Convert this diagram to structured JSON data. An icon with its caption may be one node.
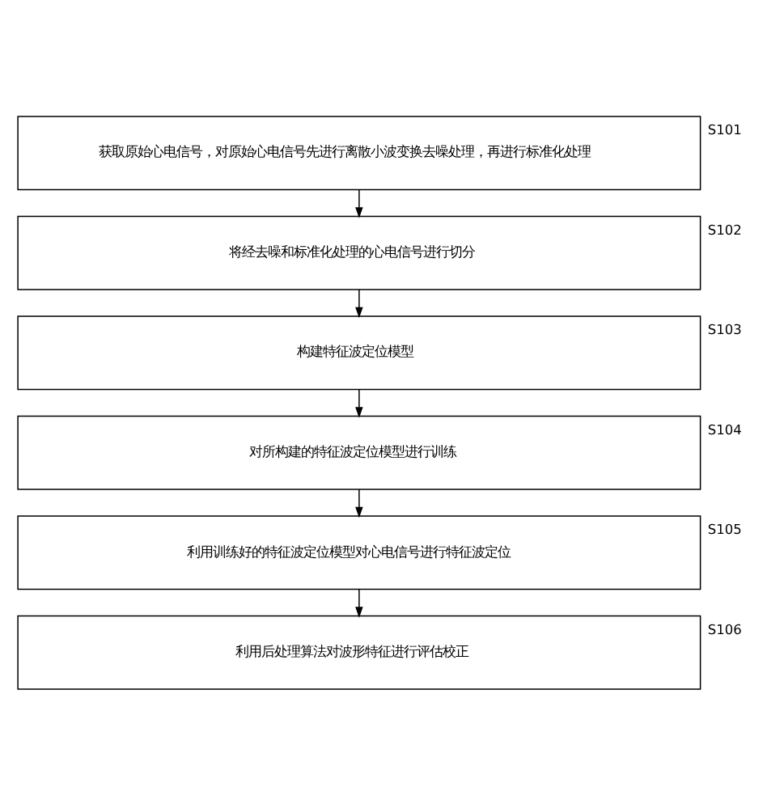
{
  "diagram": {
    "nodes": [
      {
        "text": [
          "获取原始心电信号，对原始心电信号先进行离散小波变换去噪处理，再进行标准化处理"
        ],
        "beside": [
          "S101"
        ]
      },
      {
        "text": [
          "将经去噪和标准化处理的心电信号进行切分"
        ],
        "beside": [
          "S102"
        ]
      },
      {
        "text": [
          "构建特征波定位模型"
        ],
        "beside": [
          "S103"
        ]
      },
      {
        "text": [
          "对所构建的特征波定位模型进行训练"
        ],
        "beside": [
          "S104"
        ]
      },
      {
        "text": [
          "利用训练好的特征波定位模型对心电信号进行特征波定位"
        ],
        "beside": [
          "S105"
        ]
      },
      {
        "text": [
          "利用后处理算法对波形特征进行评估校正"
        ],
        "beside": [
          "S106"
        ]
      }
    ],
    "edges": [
      {
        "from": 0,
        "to": 1,
        "arrow": "to"
      },
      {
        "from": 1,
        "to": 2,
        "arrow": "to"
      },
      {
        "from": 2,
        "to": 3,
        "arrow": "to"
      },
      {
        "from": 3,
        "to": 4,
        "arrow": "to"
      },
      {
        "from": 4,
        "to": 5,
        "arrow": "to"
      }
    ]
  }
}
